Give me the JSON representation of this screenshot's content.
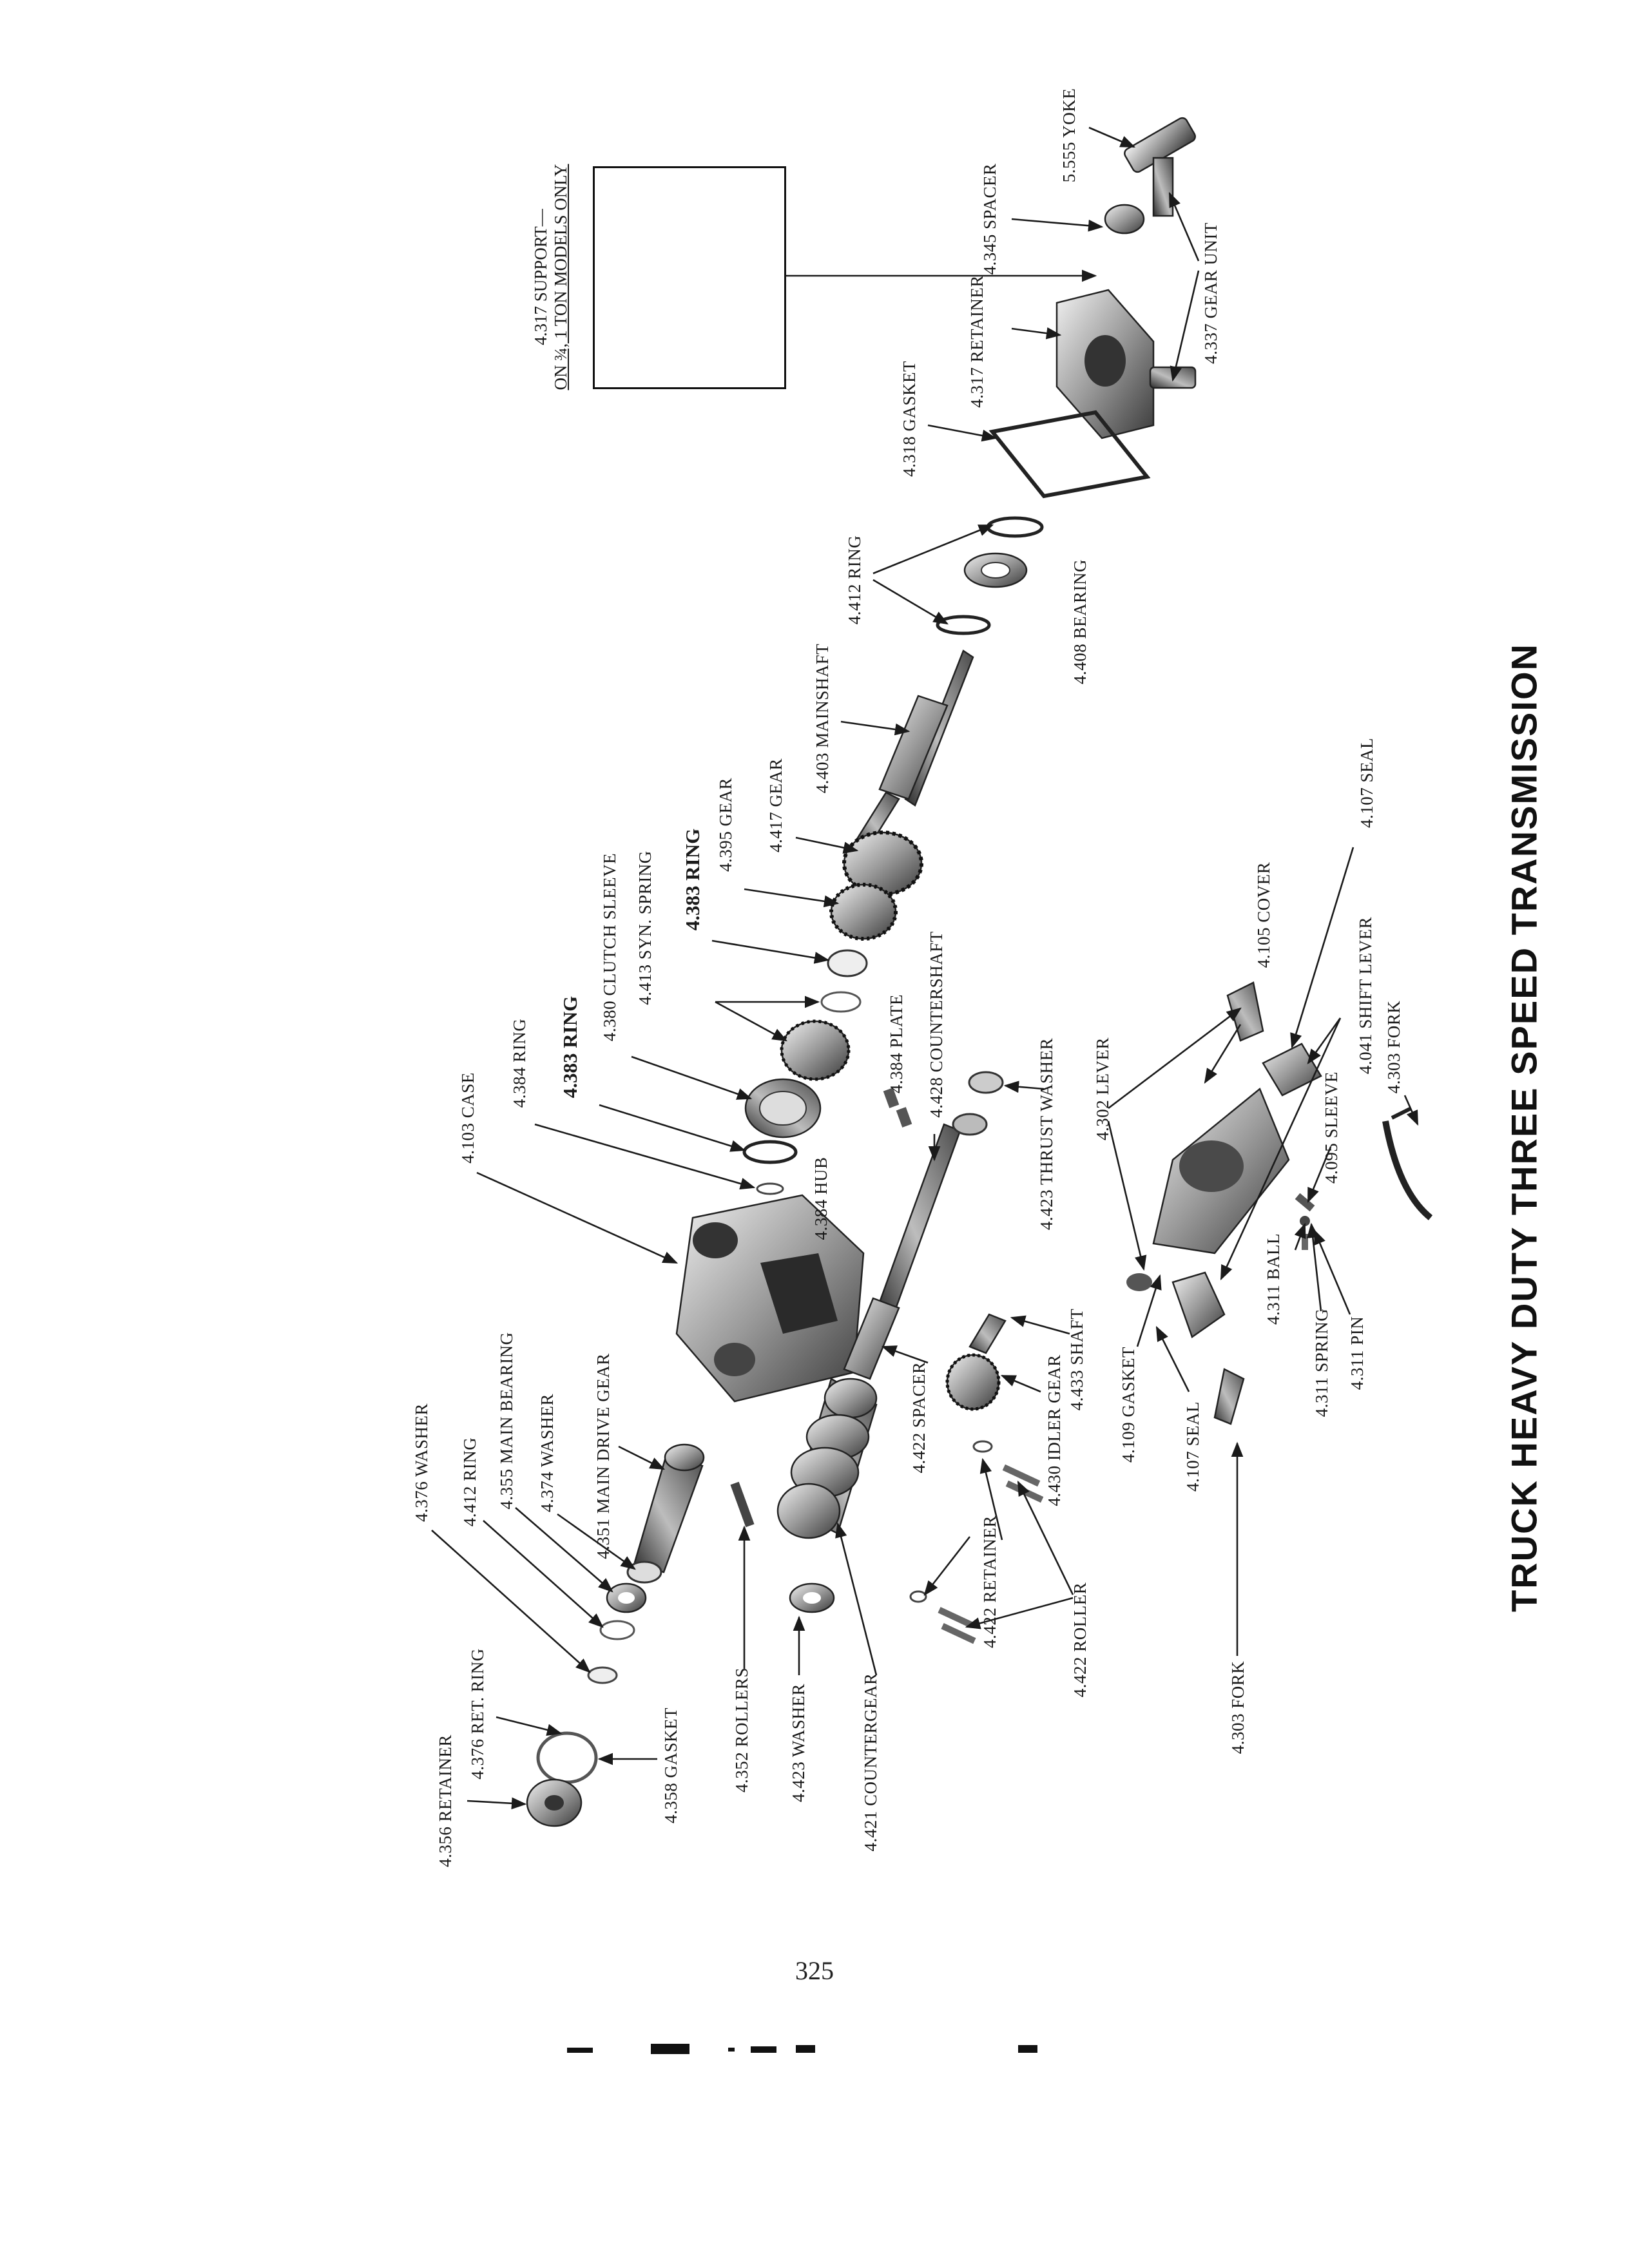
{
  "title": "TRUCK HEAVY DUTY THREE SPEED TRANSMISSION",
  "page_number": "325",
  "inset": {
    "caption_line1": "4.317 SUPPORT—",
    "caption_line2": "ON ¾, 1 TON MODELS ONLY"
  },
  "labels": [
    {
      "id": "l_5555",
      "text": "5.555 YOKE"
    },
    {
      "id": "l_4345",
      "text": "4.345 SPACER"
    },
    {
      "id": "l_4337",
      "text": "4.337 GEAR UNIT"
    },
    {
      "id": "l_4317r",
      "text": "4.317 RETAINER"
    },
    {
      "id": "l_4318",
      "text": "4.318 GASKET"
    },
    {
      "id": "l_4412r",
      "text": "4.412 RING"
    },
    {
      "id": "l_4408",
      "text": "4.408 BEARING"
    },
    {
      "id": "l_4403",
      "text": "4.403 MAINSHAFT"
    },
    {
      "id": "l_4417",
      "text": "4.417 GEAR"
    },
    {
      "id": "l_4395",
      "text": "4.395 GEAR"
    },
    {
      "id": "l_4383a",
      "text": "4.383 RING"
    },
    {
      "id": "l_4413",
      "text": "4.413 SYN. SPRING"
    },
    {
      "id": "l_4380",
      "text": "4.380 CLUTCH SLEEVE"
    },
    {
      "id": "l_4383b",
      "text": "4.383 RING"
    },
    {
      "id": "l_4384r",
      "text": "4.384 RING"
    },
    {
      "id": "l_4103",
      "text": "4.103 CASE"
    },
    {
      "id": "l_4384p",
      "text": "4.384 PLATE"
    },
    {
      "id": "l_4428",
      "text": "4.428 COUNTERSHAFT"
    },
    {
      "id": "l_4384h",
      "text": "4.384 HUB"
    },
    {
      "id": "l_4423t",
      "text": "4.423 THRUST WASHER"
    },
    {
      "id": "l_4302",
      "text": "4.302 LEVER"
    },
    {
      "id": "l_4105",
      "text": "4.105 COVER"
    },
    {
      "id": "l_4107a",
      "text": "4.107 SEAL"
    },
    {
      "id": "l_4041",
      "text": "4.041 SHIFT LEVER"
    },
    {
      "id": "l_4303a",
      "text": "4.303 FORK"
    },
    {
      "id": "l_4095",
      "text": "4.095 SLEEVE"
    },
    {
      "id": "l_4311b",
      "text": "4.311 BALL"
    },
    {
      "id": "l_4311s",
      "text": "4.311 SPRING"
    },
    {
      "id": "l_4311p",
      "text": "4.311 PIN"
    },
    {
      "id": "l_4109",
      "text": "4.109 GASKET"
    },
    {
      "id": "l_4107b",
      "text": "4.107 SEAL"
    },
    {
      "id": "l_4303b",
      "text": "4.303 FORK"
    },
    {
      "id": "l_4433",
      "text": "4.433 SHAFT"
    },
    {
      "id": "l_4430",
      "text": "4.430 IDLER GEAR"
    },
    {
      "id": "l_4422s",
      "text": "4.422 SPACER"
    },
    {
      "id": "l_4422r",
      "text": "4.422 RETAINER"
    },
    {
      "id": "l_4422o",
      "text": "4.422 ROLLER"
    },
    {
      "id": "l_4421",
      "text": "4.421 COUNTERGEAR"
    },
    {
      "id": "l_4423w",
      "text": "4.423 WASHER"
    },
    {
      "id": "l_4352",
      "text": "4.352 ROLLERS"
    },
    {
      "id": "l_4376w",
      "text": "4.376 WASHER"
    },
    {
      "id": "l_4412b",
      "text": "4.412 RING"
    },
    {
      "id": "l_4355",
      "text": "4.355 MAIN BEARING"
    },
    {
      "id": "l_4374",
      "text": "4.374 WASHER"
    },
    {
      "id": "l_4351",
      "text": "4.351 MAIN DRIVE GEAR"
    },
    {
      "id": "l_4356",
      "text": "4.356 RETAINER"
    },
    {
      "id": "l_4376r",
      "text": "4.376 RET. RING"
    },
    {
      "id": "l_4358",
      "text": "4.358 GASKET"
    }
  ]
}
